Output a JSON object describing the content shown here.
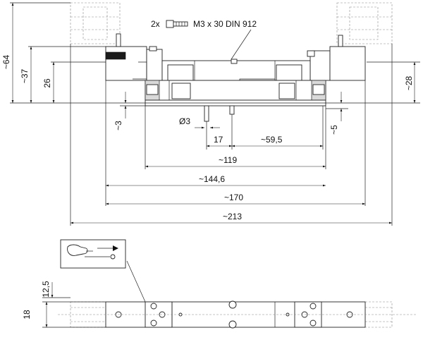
{
  "screw_note": {
    "qty": "2x",
    "spec": "M3 x 30 DIN 912"
  },
  "dims": {
    "d64": "~64",
    "d37": "~37",
    "d26": "26",
    "d28": "~28",
    "d3": "~3",
    "d5": "~5",
    "dia3": "Ø3",
    "d17": "17",
    "d59_5": "~59,5",
    "d119": "~119",
    "d144_6": "~144,6",
    "d170": "~170",
    "d213": "~213",
    "d12_5": "12,5",
    "d18": "18"
  },
  "icons": {
    "screw": "socket-head-screw-icon",
    "hand_tool": "hand-manual-override-icon"
  }
}
